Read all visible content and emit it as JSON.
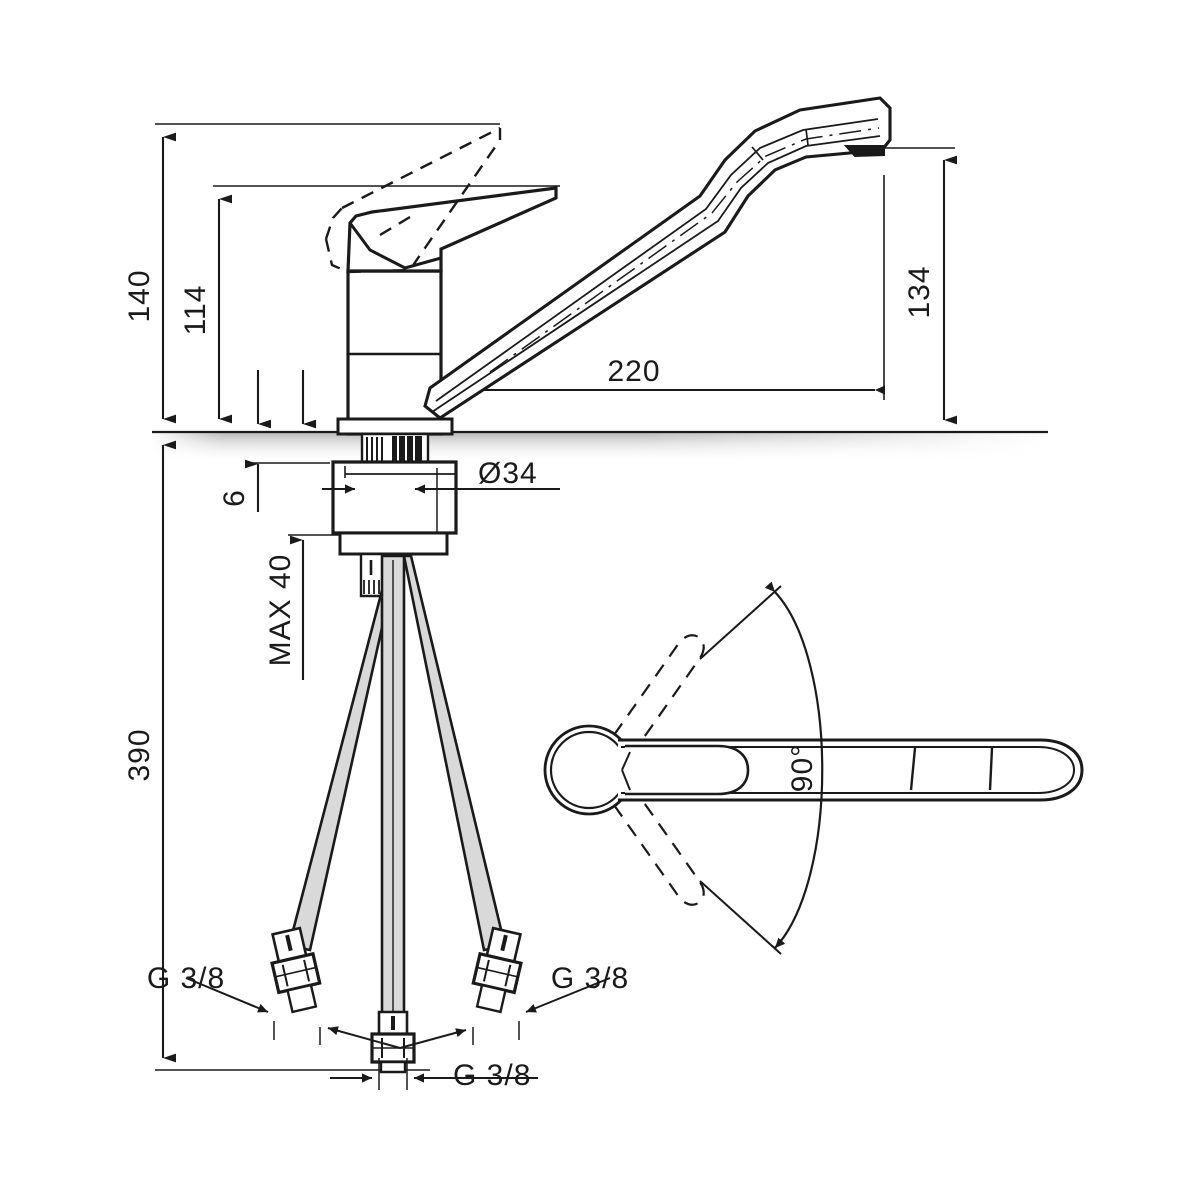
{
  "document": {
    "type": "technical-drawing",
    "subject": "Single-lever kitchen sink mixer tap",
    "units": "mm",
    "background_color": "#ffffff",
    "line_color": "#1a1a1a",
    "hose_fill_color": "#d9d9d9",
    "counter_shade_color": "#c9c9c9"
  },
  "views": {
    "side_elevation": {
      "name": "Side elevation with dimensions"
    },
    "top_plan": {
      "name": "Top plan swivel range"
    }
  },
  "dimensions": {
    "height_overall": {
      "value": "140",
      "label": "140",
      "orientation": "vertical",
      "meaning": "overall height above counter"
    },
    "height_body": {
      "value": "114",
      "label": "114",
      "orientation": "vertical",
      "meaning": "body height above counter"
    },
    "spout_height": {
      "value": "134",
      "label": "134",
      "orientation": "vertical",
      "meaning": "spout outlet height"
    },
    "spout_reach": {
      "value": "220",
      "label": "220",
      "orientation": "horizontal",
      "meaning": "spout projection"
    },
    "hole_diameter": {
      "value": "Ø34",
      "label": "Ø34",
      "orientation": "horizontal",
      "meaning": "mounting hole diameter"
    },
    "counter_thickness": {
      "value": "6",
      "label": "6",
      "orientation": "vertical",
      "meaning": "washer / counter top thickness"
    },
    "max_counter": {
      "value": "MAX 40",
      "label": "MAX 40",
      "orientation": "vertical",
      "meaning": "maximum counter thickness"
    },
    "total_length": {
      "value": "390",
      "label": "390",
      "orientation": "vertical",
      "meaning": "overall length below counter"
    },
    "swivel_angle": {
      "value": "90°",
      "label": "90°",
      "orientation": "rotated",
      "meaning": "spout swivel range"
    }
  },
  "connections": {
    "left_hose": {
      "label": "G 3/8",
      "thread": "G 3/8"
    },
    "right_hose": {
      "label": "G 3/8",
      "thread": "G 3/8"
    },
    "center_hose": {
      "label": "G 3/8",
      "thread": "G 3/8"
    }
  }
}
